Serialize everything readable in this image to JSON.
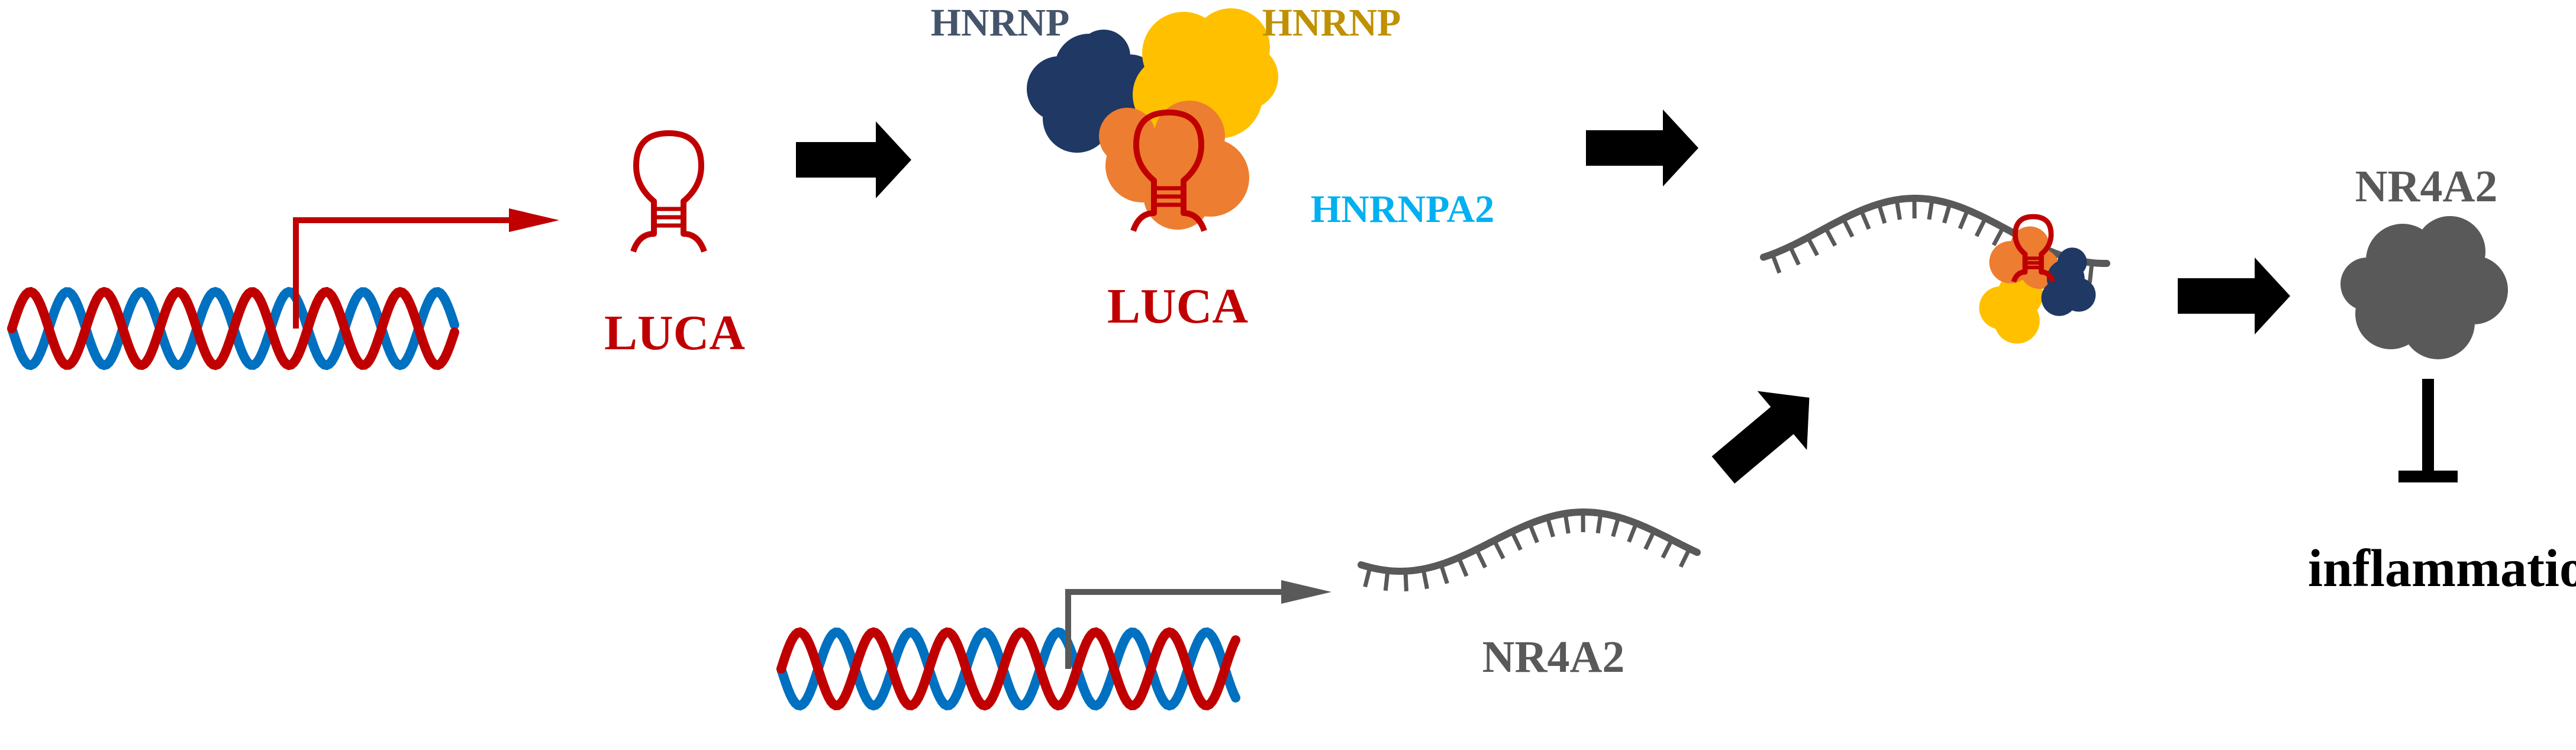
{
  "colors": {
    "dna_red": "#c00000",
    "dna_blue": "#0070c0",
    "lnc_red": "#c00000",
    "mrna_gray": "#595959",
    "hnrnp_navy": "#1f3864",
    "hnrnp_gold": "#ffc000",
    "hnrnpa2_orange": "#ed7d31",
    "label_hnrnp_slate": "#44546a",
    "label_hnrnp_gold": "#bf9000",
    "label_hnrnpa2_cyan": "#00b0f0",
    "arrow_black": "#000000",
    "nr4a2_protein": "#595959"
  },
  "labels": {
    "luca_1": "LUCA",
    "luca_2": "LUCA",
    "hnrnp_1": "HNRNP",
    "hnrnp_2": "HNRNP",
    "hnrnpa2": "HNRNPA2",
    "nr4a2_mrna": "NR4A2",
    "nr4a2_protein": "NR4A2",
    "inflammation": "inflammation"
  },
  "icons": {
    "dna_top": "dna-double-helix-icon",
    "dna_bottom": "dna-double-helix-icon",
    "promoter_top": "transcription-start-arrow-icon",
    "promoter_bottom": "transcription-start-arrow-icon",
    "lncrna": "stem-loop-rna-icon",
    "mrna": "mrna-strand-icon",
    "protein": "protein-cloud-icon",
    "inhibition": "inhibition-bar-icon"
  }
}
